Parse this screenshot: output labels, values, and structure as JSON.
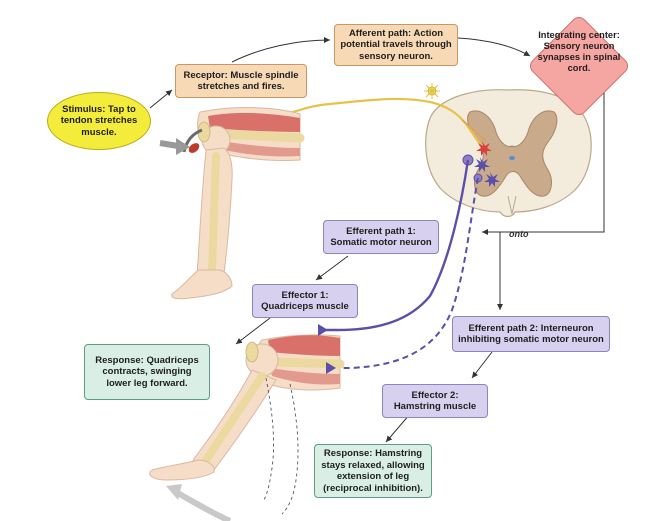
{
  "labels": {
    "stimulus": "Stimulus: Tap to tendon stretches muscle.",
    "receptor": "Receptor: Muscle spindle stretches and fires.",
    "afferent": "Afferent path: Action potential travels through sensory neuron.",
    "integrating": "Integrating center: Sensory neuron synapses in spinal cord.",
    "onto": "onto",
    "efferent1": "Efferent path 1: Somatic motor neuron",
    "effector1": "Effector 1: Quadriceps muscle",
    "response1": "Response: Quadriceps contracts, swinging lower leg forward.",
    "efferent2": "Efferent path 2: Interneuron inhibiting somatic motor neuron",
    "effector2": "Effector 2: Hamstring muscle",
    "response2": "Response: Hamstring stays relaxed, allowing extension of leg (reciprocal inhibition)."
  },
  "colors": {
    "stimulus_fill": "#f4ec3a",
    "orange_box": "#f8d9b5",
    "integrating_fill": "#f6a6a2",
    "purple_box": "#d8d0ef",
    "green_box": "#d9efe6",
    "sensory_neuron": "#e6c24a",
    "motor_neuron": "#5b50a8",
    "bone": "#ecd9a0",
    "skin": "#f6ddc8",
    "muscle": "#d9706a",
    "spinal_cord_white": "#f3ebdc",
    "spinal_cord_gray": "#c9ab8c"
  }
}
